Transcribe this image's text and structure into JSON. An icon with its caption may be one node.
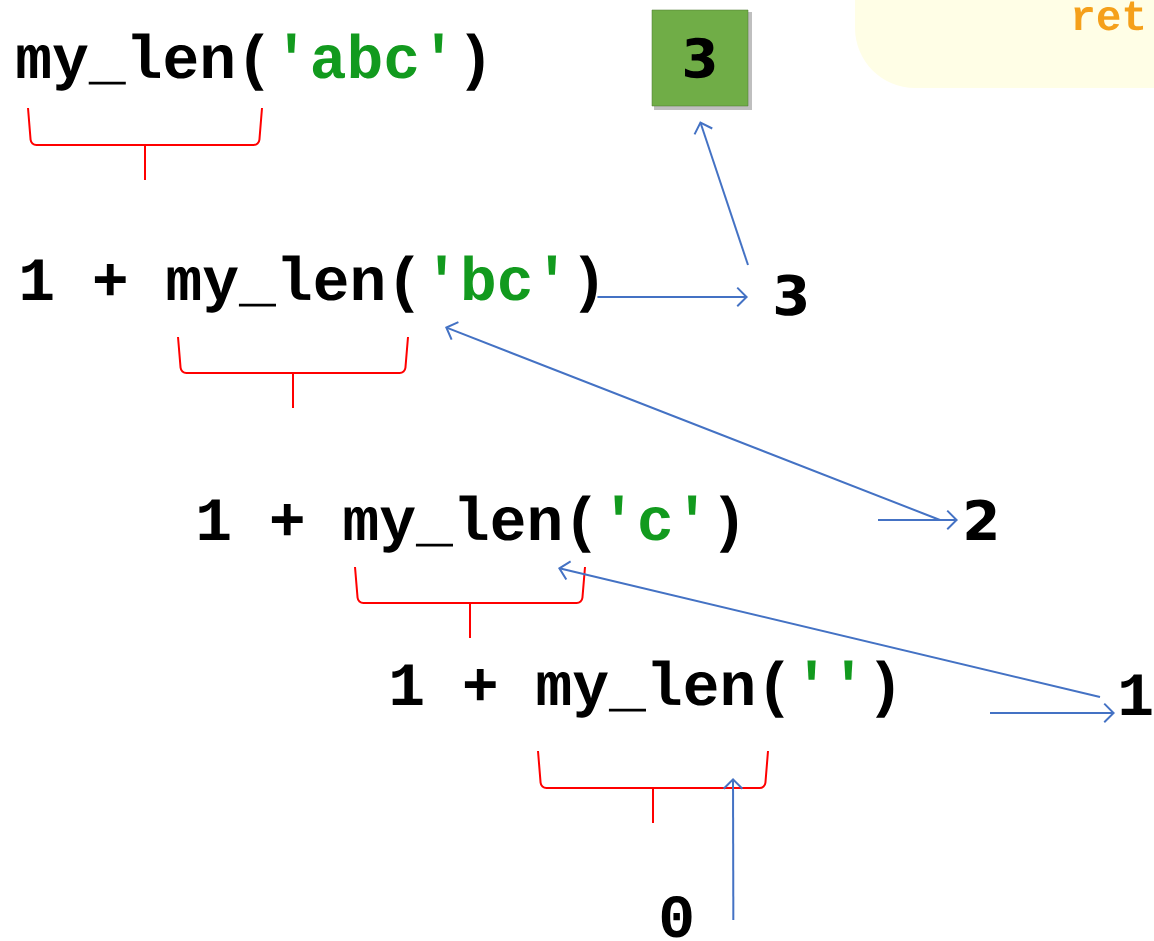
{
  "diagram": {
    "nodes": [
      {
        "text": [
          "my_len(",
          "'abc'",
          ")"
        ]
      },
      {
        "text": [
          "3"
        ]
      },
      {
        "text": [
          "ret"
        ]
      },
      {
        "text": [
          "1 + my_len(",
          "'bc'",
          ")"
        ]
      },
      {
        "text": [
          "3"
        ]
      },
      {
        "text": [
          "1 + my_len(",
          "'c'",
          ")"
        ]
      },
      {
        "text": [
          "2"
        ]
      },
      {
        "text": [
          "1 + my_len(",
          "''",
          ")"
        ]
      },
      {
        "text": [
          "1"
        ]
      },
      {
        "text": [
          "0"
        ]
      }
    ],
    "edges": [
      {
        "from": 4,
        "to": 1,
        "arrow": "to"
      },
      {
        "from": 3,
        "to": 4,
        "arrow": "to"
      },
      {
        "from": 6,
        "to": 3,
        "arrow": "to"
      },
      {
        "from": null,
        "to": 6,
        "arrow": "to"
      },
      {
        "from": 8,
        "to": 5,
        "arrow": "to"
      },
      {
        "from": null,
        "to": 8,
        "arrow": "to"
      },
      {
        "from": 9,
        "to": 7,
        "arrow": "to"
      }
    ]
  }
}
